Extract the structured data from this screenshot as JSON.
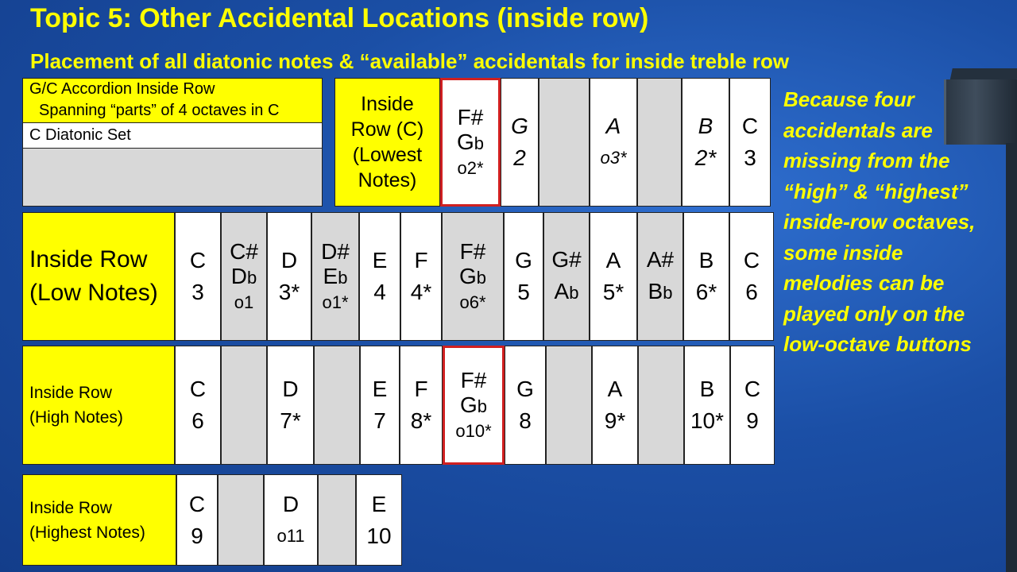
{
  "slide": {
    "title": "Topic 5:  Other Accidental Locations (inside row)",
    "subtitle": "Placement of all diatonic notes & “available” accidentals for inside treble row",
    "side_note": "Because four\naccidentals are\nmissing from the\n“high” & “highest”\ninside-row octaves,\nsome inside\nmelodies can be\nplayed only on the\nlow-octave buttons"
  },
  "legend_box": {
    "line1": "G/C Accordion Inside Row",
    "line2": "Spanning  “parts” of 4 octaves in C",
    "row2": "C  Diatonic Set"
  },
  "table_lowest": {
    "label": "Inside\nRow (C)\n(Lowest\nNotes)",
    "cells": [
      {
        "text": "F#\nGb\no2*",
        "style": "red"
      },
      {
        "text": "G\n2",
        "style": "italic"
      },
      {
        "text": "",
        "style": "gray"
      },
      {
        "text": "A\no3*",
        "style": "italic"
      },
      {
        "text": "",
        "style": "gray"
      },
      {
        "text": "B\n2*",
        "style": "italic"
      },
      {
        "text": "C\n3",
        "style": "white"
      }
    ]
  },
  "table_low": {
    "label": "Inside Row\n(Low Notes)",
    "cells": [
      {
        "text": "C\n3",
        "style": "white"
      },
      {
        "text": "C#\nDb\no1",
        "style": "gray"
      },
      {
        "text": "D\n3*",
        "style": "white"
      },
      {
        "text": "D#\nEb\no1*",
        "style": "gray"
      },
      {
        "text": "E\n4",
        "style": "white"
      },
      {
        "text": "F\n4*",
        "style": "white"
      },
      {
        "text": "F#\nGb\no6*",
        "style": "gray"
      },
      {
        "text": "G\n5",
        "style": "white"
      },
      {
        "text": "G#\nAb",
        "style": "gray"
      },
      {
        "text": "A\n5*",
        "style": "white"
      },
      {
        "text": "A#\nBb",
        "style": "gray"
      },
      {
        "text": "B\n6*",
        "style": "white"
      },
      {
        "text": "C\n6",
        "style": "white"
      }
    ]
  },
  "table_high": {
    "label": "Inside Row\n(High Notes)",
    "cells": [
      {
        "text": "C\n6",
        "style": "white"
      },
      {
        "text": "",
        "style": "gray"
      },
      {
        "text": "D\n7*",
        "style": "white"
      },
      {
        "text": "",
        "style": "gray"
      },
      {
        "text": "E\n7",
        "style": "white"
      },
      {
        "text": "F\n8*",
        "style": "white"
      },
      {
        "text": "F#\nGb\no10*",
        "style": "red"
      },
      {
        "text": "G\n8",
        "style": "white"
      },
      {
        "text": "",
        "style": "gray"
      },
      {
        "text": "A\n9*",
        "style": "white"
      },
      {
        "text": "",
        "style": "gray"
      },
      {
        "text": "B\n10*",
        "style": "white"
      },
      {
        "text": "C\n9",
        "style": "white"
      }
    ]
  },
  "table_highest": {
    "label": "Inside Row\n(Highest Notes)",
    "cells": [
      {
        "text": "C\n9",
        "style": "white"
      },
      {
        "text": "",
        "style": "gray"
      },
      {
        "text": "D\no11",
        "style": "white"
      },
      {
        "text": "",
        "style": "gray"
      },
      {
        "text": "E\n10",
        "style": "white"
      }
    ]
  }
}
